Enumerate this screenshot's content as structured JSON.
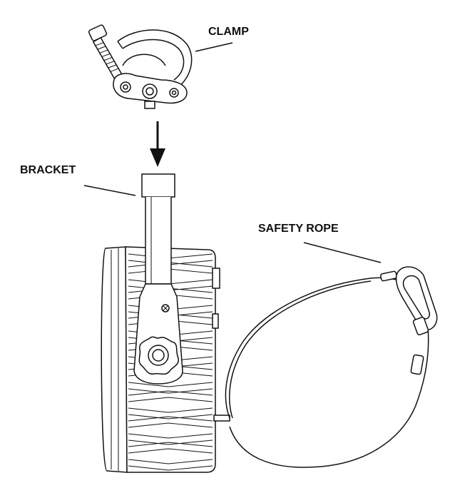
{
  "labels": {
    "clamp": "CLAMP",
    "bracket": "BRACKET",
    "safety_rope": "SAFETY ROPE"
  },
  "colors": {
    "line": "#111111",
    "background": "#ffffff"
  }
}
